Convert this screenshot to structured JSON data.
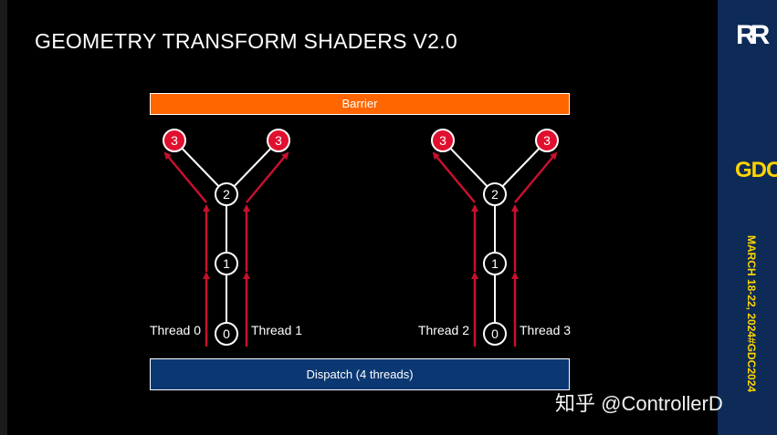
{
  "slide": {
    "title": "GEOMETRY TRANSFORM SHADERS V2.0",
    "barrier_label": "Barrier",
    "dispatch_label": "Dispatch (4 threads)"
  },
  "colors": {
    "barrier": "#ff6600",
    "dispatch": "#0b3873",
    "arrow": "#c8102e",
    "leaf_node": "#e0102f",
    "gdc_yellow": "#ffd400"
  },
  "trees": [
    {
      "nodes": [
        {
          "id": "n0",
          "label": "0"
        },
        {
          "id": "n1",
          "label": "1"
        },
        {
          "id": "n2",
          "label": "2"
        },
        {
          "id": "n3a",
          "label": "3"
        },
        {
          "id": "n3b",
          "label": "3"
        }
      ],
      "threads": [
        "Thread 0",
        "Thread 1"
      ]
    },
    {
      "nodes": [
        {
          "id": "n0",
          "label": "0"
        },
        {
          "id": "n1",
          "label": "1"
        },
        {
          "id": "n2",
          "label": "2"
        },
        {
          "id": "n3a",
          "label": "3"
        },
        {
          "id": "n3b",
          "label": "3"
        }
      ],
      "threads": [
        "Thread 2",
        "Thread 3"
      ]
    }
  ],
  "sidebar": {
    "logo": "RR",
    "gdc": "GDC",
    "date": "MARCH 18-22, 2024",
    "hashtag": "#GDC2024"
  },
  "watermark": "知乎 @ControllerD"
}
